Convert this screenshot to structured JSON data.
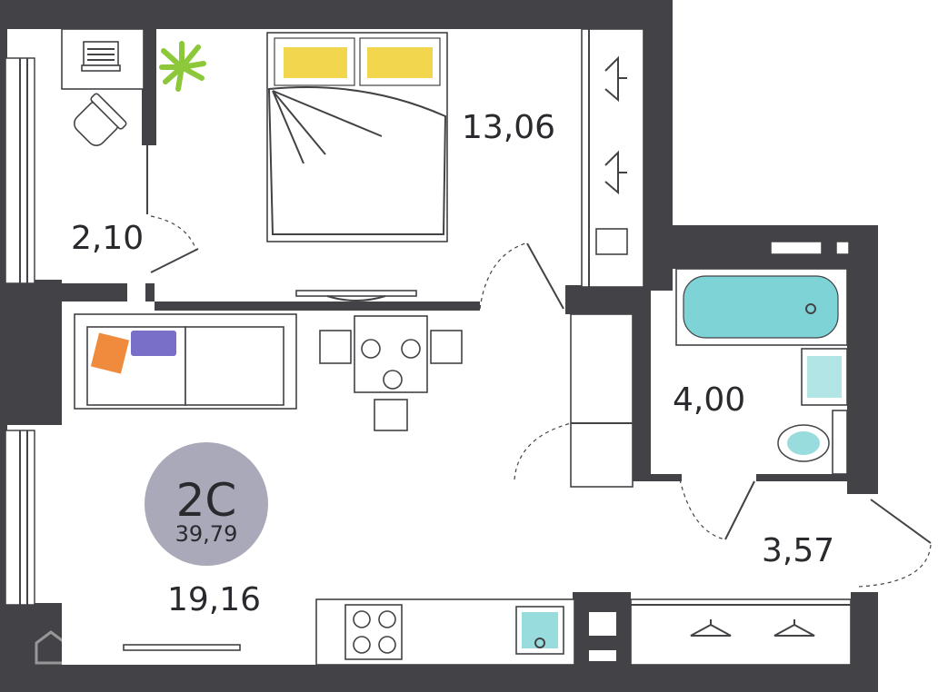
{
  "apartment": {
    "type_label": "2С",
    "total_area": "39,79"
  },
  "rooms": [
    {
      "id": "bedroom",
      "area": "13,06"
    },
    {
      "id": "office-nook",
      "area": "2,10"
    },
    {
      "id": "bathroom",
      "area": "4,00"
    },
    {
      "id": "living-kitchen",
      "area": "19,16"
    },
    {
      "id": "hallway",
      "area": "3,57"
    }
  ],
  "colors": {
    "wall": "#434347",
    "badge": "#a9a9b9",
    "bath_water": "#7ed3d6",
    "pillow": "#f1d23a",
    "cushion_orange": "#f08a3c",
    "cushion_purple": "#7a6fc8",
    "plant": "#8cc83a"
  },
  "icons": [
    "laptop-icon",
    "plant-icon",
    "coat-hanger-icon",
    "stove-icon",
    "sink-icon",
    "toilet-icon",
    "bathtub-icon",
    "tv-icon",
    "watermark-house-icon"
  ]
}
